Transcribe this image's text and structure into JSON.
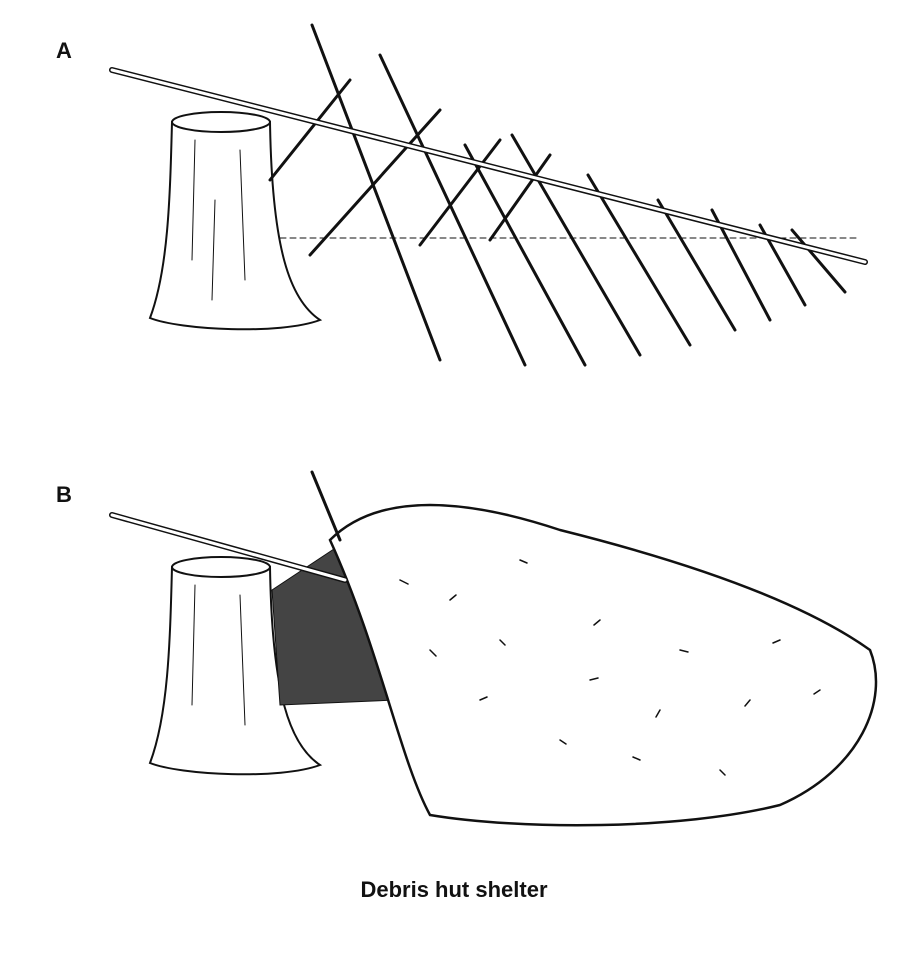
{
  "panels": [
    {
      "label": "A"
    },
    {
      "label": "B"
    }
  ],
  "caption": "Debris hut shelter"
}
